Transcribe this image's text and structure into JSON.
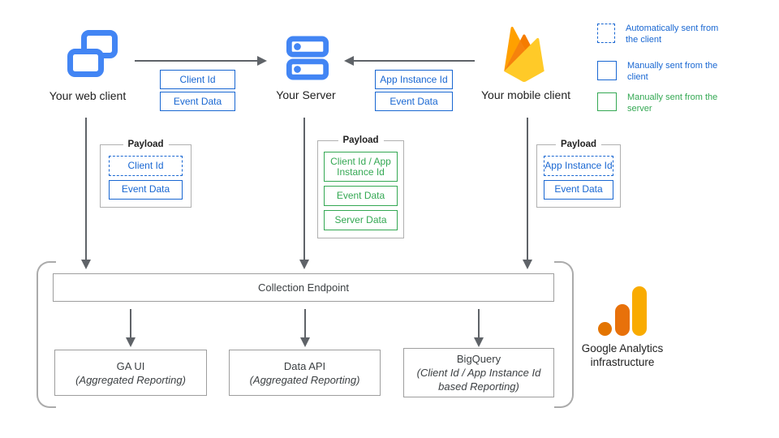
{
  "colors": {
    "icon_blue": "#4285f4",
    "chip_blue": "#1967d2",
    "chip_green": "#34a853",
    "arrow_gray": "#5f6368",
    "border_gray": "#9e9e9e",
    "ga_orange_dark": "#e37400",
    "ga_orange": "#e8710a",
    "ga_amber": "#f9ab00"
  },
  "nodes": {
    "web_client": {
      "label": "Your web client",
      "icon": "overlapping-windows-icon"
    },
    "server": {
      "label": "Your Server",
      "icon": "server-stack-icon"
    },
    "mobile_client": {
      "label": "Your mobile client",
      "icon": "firebase-icon"
    }
  },
  "flows": {
    "web_to_server": {
      "items": [
        {
          "label": "Client Id"
        },
        {
          "label": "Event Data"
        }
      ]
    },
    "mobile_to_server": {
      "items": [
        {
          "label": "App Instance Id"
        },
        {
          "label": "Event Data"
        }
      ]
    }
  },
  "payloads": {
    "web": {
      "title": "Payload",
      "items": [
        {
          "label": "Client Id",
          "style": "dashed-blue"
        },
        {
          "label": "Event Data",
          "style": "solid-blue"
        }
      ]
    },
    "server": {
      "title": "Payload",
      "items": [
        {
          "label": "Client Id / App Instance Id",
          "style": "solid-green"
        },
        {
          "label": "Event Data",
          "style": "solid-green"
        },
        {
          "label": "Server Data",
          "style": "solid-green"
        }
      ]
    },
    "mobile": {
      "title": "Payload",
      "items": [
        {
          "label": "App Instance Id",
          "style": "dashed-blue"
        },
        {
          "label": "Event Data",
          "style": "solid-blue"
        }
      ]
    }
  },
  "legend": {
    "items": [
      {
        "label": "Automatically sent from the client",
        "style": "dashed-blue"
      },
      {
        "label": "Manually sent from the client",
        "style": "solid-blue"
      },
      {
        "label": "Manually sent from the server",
        "style": "solid-green"
      }
    ]
  },
  "infrastructure": {
    "collection_endpoint": {
      "label": "Collection Endpoint"
    },
    "outputs": [
      {
        "title": "GA UI",
        "subtitle": "(Aggregated Reporting)"
      },
      {
        "title": "Data API",
        "subtitle": "(Aggregated Reporting)"
      },
      {
        "title": "BigQuery",
        "subtitle": "(Client Id / App Instance Id based Reporting)"
      }
    ],
    "caption": "Google Analytics infrastructure"
  }
}
